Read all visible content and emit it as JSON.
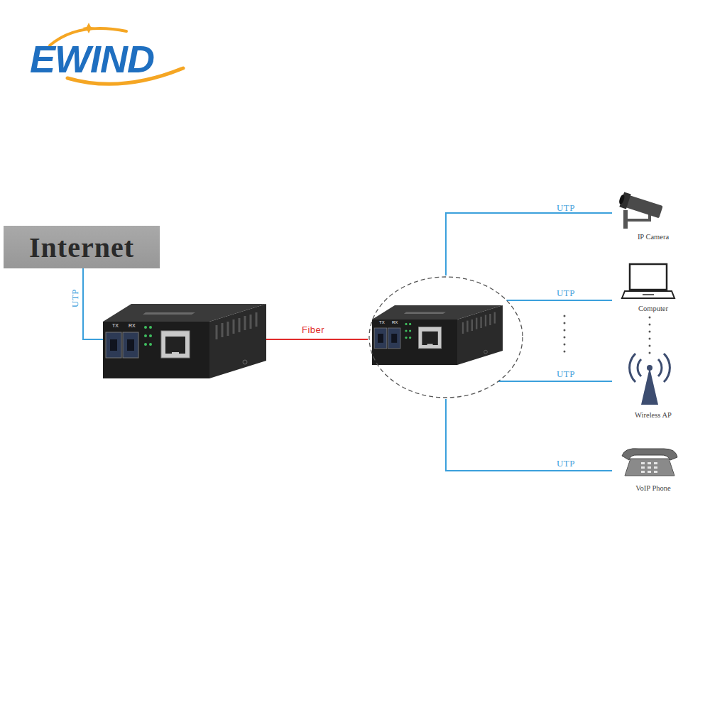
{
  "diagram": {
    "nodes": [
      {
        "text": [
          "Internet"
        ]
      },
      {
        "text": [
          "TX",
          "RX"
        ]
      },
      {
        "text": [
          "TX",
          "RX"
        ]
      },
      {
        "text": [
          "IP Camera"
        ]
      },
      {
        "text": [
          "Computer"
        ]
      },
      {
        "text": [
          "Wireless AP"
        ]
      },
      {
        "text": [
          "VoIP Phone"
        ]
      }
    ],
    "edges": [
      {
        "from": 0,
        "to": 1,
        "label": "UTP",
        "arrow": "none"
      },
      {
        "from": 1,
        "to": 2,
        "label": "Fiber",
        "arrow": "none"
      },
      {
        "from": 2,
        "to": 3,
        "label": "UTP",
        "arrow": "none"
      },
      {
        "from": 2,
        "to": 4,
        "label": "UTP",
        "arrow": "none"
      },
      {
        "from": 2,
        "to": 5,
        "label": "UTP",
        "arrow": "none"
      },
      {
        "from": 2,
        "to": 6,
        "label": "UTP",
        "arrow": "none"
      }
    ],
    "labels": [
      "EWIND"
    ]
  }
}
